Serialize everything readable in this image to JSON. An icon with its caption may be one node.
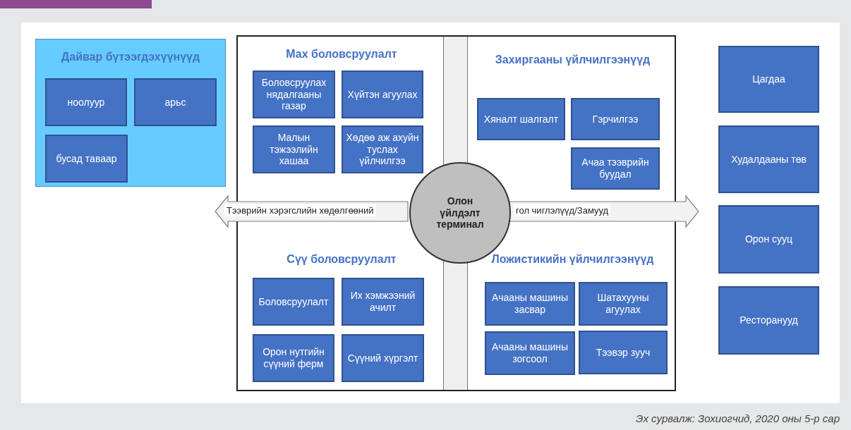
{
  "diagram": {
    "caption": "Эх сурвалж: Зохиогчид, 2020 оны 5-р сар",
    "nodes": [
      {
        "text": [
          "Дайвар бүтээгдэхүүнүүд"
        ]
      },
      {
        "text": [
          "ноолуур"
        ],
        "in": 0
      },
      {
        "text": [
          "арьс"
        ],
        "in": 0
      },
      {
        "text": [
          "бусад таваар"
        ],
        "in": 0
      },
      {
        "text": [],
        "shape": "box"
      },
      {
        "text": [
          "Мах боловсруулалт"
        ],
        "in": 4
      },
      {
        "text": [
          "Боловсруулах нядалгааны газар"
        ],
        "in": 5
      },
      {
        "text": [
          "Хүйтэн агуулах"
        ],
        "in": 5
      },
      {
        "text": [
          "Малын тэжээлийн хашаа"
        ],
        "in": 5
      },
      {
        "text": [
          "Хөдөө аж ахуйн туслах үйлчилгээ"
        ],
        "in": 5
      },
      {
        "text": [
          "Захиргааны үйлчилгээнүүд"
        ],
        "in": 4
      },
      {
        "text": [
          "Хяналт шалгалт"
        ],
        "in": 10
      },
      {
        "text": [
          "Гэрчилгээ"
        ],
        "in": 10
      },
      {
        "text": [
          "Ачаа тээврийн буудал"
        ],
        "in": 10
      },
      {
        "text": [
          "Олон үйлдэлт терминал"
        ],
        "in": 4
      },
      {
        "text": [
          "Сүү боловсруулалт"
        ],
        "in": 4
      },
      {
        "text": [
          "Боловсруулалт"
        ],
        "in": 15
      },
      {
        "text": [
          "Их хэмжээний ачилт"
        ],
        "in": 15
      },
      {
        "text": [
          "Орон нутгийн сүүний ферм"
        ],
        "in": 15
      },
      {
        "text": [
          "Сүүний хүргэлт"
        ],
        "in": 15
      },
      {
        "text": [
          "Ложистикийн үйлчилгээнүүд"
        ],
        "in": 4
      },
      {
        "text": [
          "Ачааны машины засвар"
        ],
        "in": 20
      },
      {
        "text": [
          "Шатахууны агуулах"
        ],
        "in": 20
      },
      {
        "text": [
          "Ачааны машины зогсоол"
        ],
        "in": 20
      },
      {
        "text": [
          "Тээвэр зууч"
        ],
        "in": 20
      },
      {
        "text": [
          "Цагдаа"
        ]
      },
      {
        "text": [
          "Худалдааны төв"
        ]
      },
      {
        "text": [
          "Орон сууц"
        ]
      },
      {
        "text": [
          "Ресторанууд"
        ]
      }
    ],
    "edges": [
      {
        "from": 14,
        "to": null,
        "arrow": "to",
        "label": "Тээврийн хэрэгслийн хөдөлгөөний"
      },
      {
        "from": 14,
        "to": null,
        "arrow": "to",
        "label": "гол чиглэлүүд/Замууд"
      }
    ]
  }
}
